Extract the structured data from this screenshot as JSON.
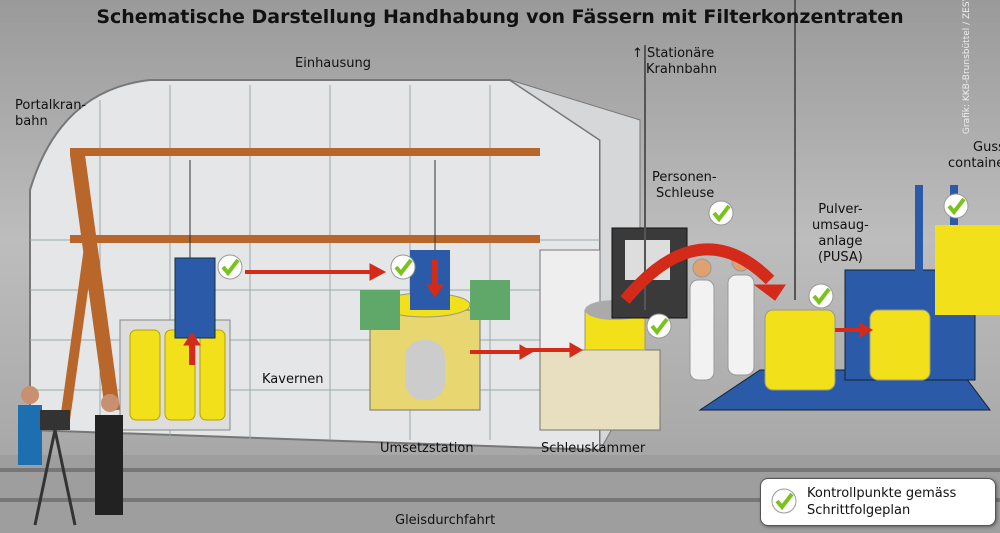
{
  "title": "Schematische Darstellung Handhabung von Fässern mit Filterkonzentraten",
  "credit": "Grafik: KKB-Brunsbüttel / ZESY",
  "labels": {
    "einhausung": "Einhausung",
    "portalkran_1": "Portalkran-",
    "portalkran_2": "bahn",
    "krahnbahn_1": "Stationäre",
    "krahnbahn_2": "Krahnbahn",
    "personen_1": "Personen-",
    "personen_2": "Schleuse",
    "pusa_1": "Pulver-",
    "pusa_2": "umsaug-",
    "pusa_3": "anlage",
    "pusa_4": "(PUSA)",
    "guss_1": "Guss-",
    "guss_2": "container",
    "kavernen": "Kavernen",
    "umsetzstation": "Umsetzstation",
    "schleuskammer": "Schleuskammer",
    "gleisdurchfahrt": "Gleisdurchfahrt"
  },
  "legend": {
    "line1": "Kontrollpunkte gemäss",
    "line2": "Schrittfolgeplan",
    "icon": "green-checkmark-icon"
  },
  "colors": {
    "check": "#7cc21c",
    "arrow": "#d32a1a",
    "barrel": "#f2e01a",
    "machine": "#2a5aa8",
    "crane": "#b8662a"
  }
}
